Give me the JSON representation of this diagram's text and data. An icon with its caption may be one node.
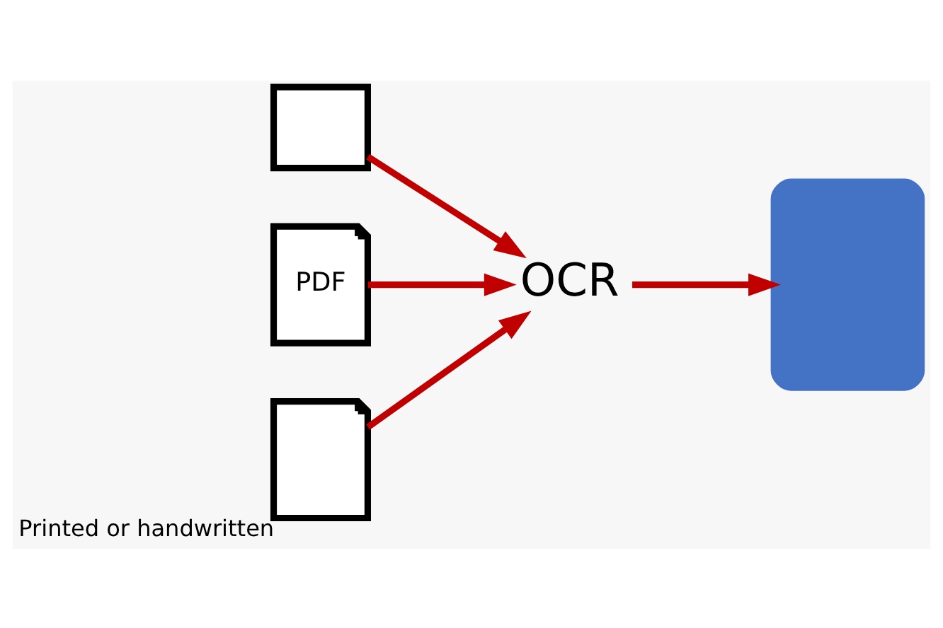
{
  "diagram": {
    "nodes": [
      {
        "text": [],
        "shape": "box"
      },
      {
        "text": [
          "PDF"
        ]
      },
      {
        "text": [],
        "shape": "document",
        "beside": [
          "Printed or handwritten"
        ]
      },
      {
        "text": [
          "OCR"
        ]
      },
      {
        "text": [],
        "shape": "box"
      }
    ],
    "edges": [
      {
        "from": 0,
        "to": 3,
        "arrow": "to"
      },
      {
        "from": 1,
        "to": 3,
        "arrow": "to"
      },
      {
        "from": 2,
        "to": 3,
        "arrow": "to"
      },
      {
        "from": 3,
        "to": 4,
        "arrow": "to"
      }
    ]
  }
}
